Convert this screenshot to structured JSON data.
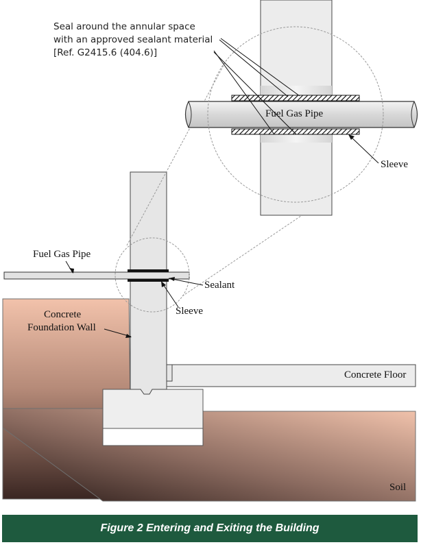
{
  "callout": {
    "line1": "Seal around the annular space",
    "line2": "with an  approved sealant material",
    "line3": "[Ref. G2415.6 (404.6)]"
  },
  "labels": {
    "detail_pipe": "Fuel Gas Pipe",
    "detail_sleeve": "Sleeve",
    "main_pipe": "Fuel Gas Pipe",
    "sealant": "Sealant",
    "main_sleeve": "Sleeve",
    "wall_line1": "Concrete",
    "wall_line2": "Foundation Wall",
    "floor": "Concrete Floor",
    "soil": "Soil"
  },
  "caption": "Figure 2  Entering and Exiting the Building",
  "colors": {
    "caption_bar": "#1e5a3e",
    "concrete": "#e6e6e6",
    "pipe": "#e2e2e2",
    "soil_light": "#f3c4ad",
    "soil_dark": "#2a1b18"
  }
}
